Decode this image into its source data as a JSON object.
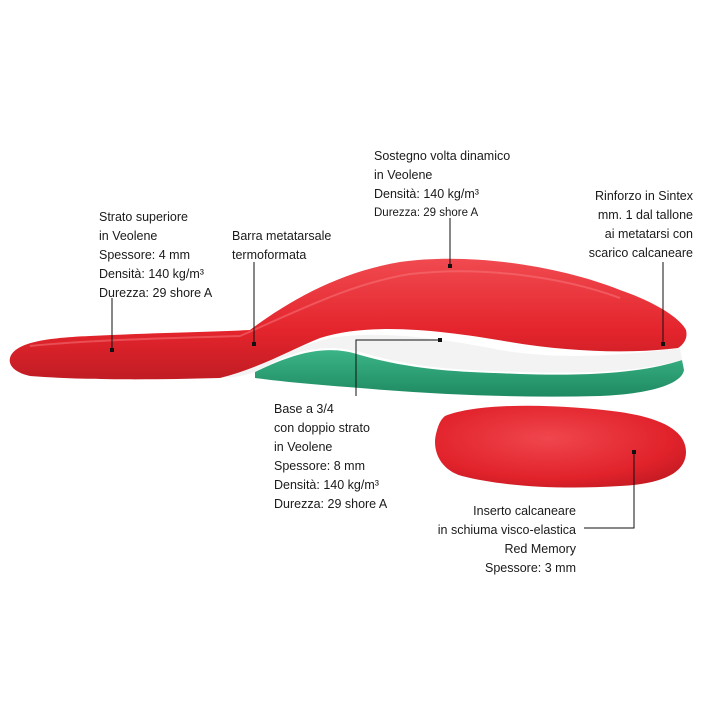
{
  "labels": {
    "strato_superiore": [
      "Strato superiore",
      "in Veolene",
      "Spessore: 4 mm",
      "Densità: 140 kg/m³",
      "Durezza: 29 shore A"
    ],
    "barra_metatarsale": [
      "Barra metatarsale",
      "termoformata"
    ],
    "sostegno_volta": [
      "Sostegno volta dinamico",
      "in Veolene",
      "Densità: 140 kg/m³",
      "Durezza: 29 shore A"
    ],
    "rinforzo": [
      "Rinforzo in Sintex",
      "mm. 1 dal tallone",
      "ai metatarsi con",
      "scarico calcaneare"
    ],
    "base": [
      "Base a 3/4",
      "con doppio strato",
      "in Veolene",
      "Spessore: 8 mm",
      "Densità: 140 kg/m³",
      "Durezza: 29 shore A"
    ],
    "inserto": [
      "Inserto calcaneare",
      "in schiuma visco-elastica",
      "Red Memory",
      "Spessore: 3 mm"
    ]
  },
  "colors": {
    "insole_red": "#e4242c",
    "insole_red_dark": "#b71a22",
    "insole_red_light": "#f2545a",
    "white_layer": "#f4f4f4",
    "green_layer": "#2aa579",
    "green_dark": "#1f8a62",
    "leader_line": "#111111"
  }
}
